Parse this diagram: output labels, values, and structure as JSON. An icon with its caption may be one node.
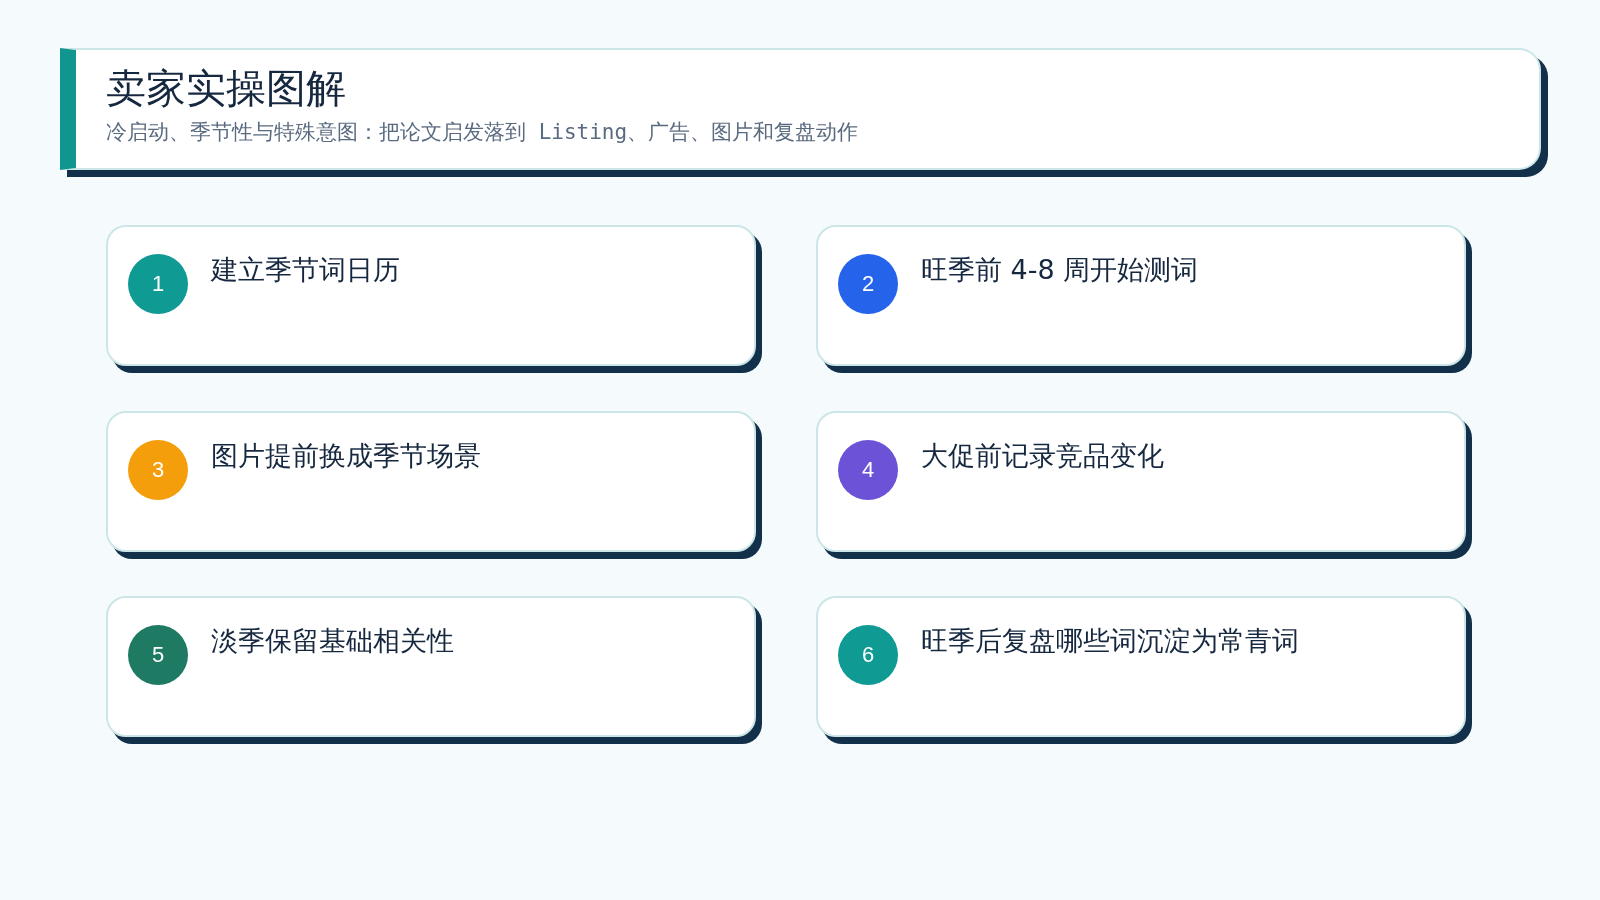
{
  "diagram": {
    "nodes": [
      {
        "text": [
          "卖家实操图解",
          "冷启动、季节性与特殊意图：把论文启发落到 Listing、广告、图片和复盘动作"
        ]
      },
      {
        "text": [
          "建立季节词日历"
        ]
      },
      {
        "text": [
          "1"
        ],
        "in": 1
      },
      {
        "text": [
          "旺季前 4-8 周开始测词"
        ]
      },
      {
        "text": [
          "2"
        ],
        "in": 3
      },
      {
        "text": [
          "图片提前换成季节场景"
        ]
      },
      {
        "text": [
          "3"
        ],
        "in": 5
      },
      {
        "text": [
          "大促前记录竞品变化"
        ]
      },
      {
        "text": [
          "4"
        ],
        "in": 7
      },
      {
        "text": [
          "淡季保留基础相关性"
        ]
      },
      {
        "text": [
          "5"
        ],
        "in": 9
      },
      {
        "text": [
          "旺季后复盘哪些词沉淀为常青词"
        ]
      },
      {
        "text": [
          "6"
        ],
        "in": 11
      }
    ]
  }
}
